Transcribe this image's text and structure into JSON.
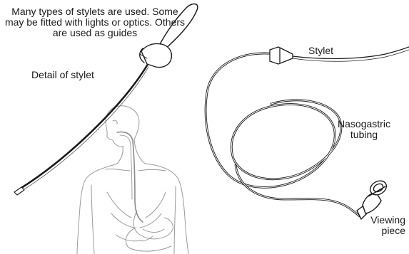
{
  "labels": {
    "stylet_note": "Many types of stylets are used. Some may be fitted with lights or optics. Others are used as guides",
    "detail_of_stylet": "Detail of stylet",
    "stylet": "Stylet",
    "nasogastric_tubing_line1": "Nasogastric",
    "nasogastric_tubing_line2": "tubing",
    "viewing_piece_line1": "Viewing",
    "viewing_piece_line2": "piece"
  },
  "colors": {
    "ink": "#1a1a1a",
    "anatomy": "#9a9a9a",
    "background": "#ffffff"
  }
}
